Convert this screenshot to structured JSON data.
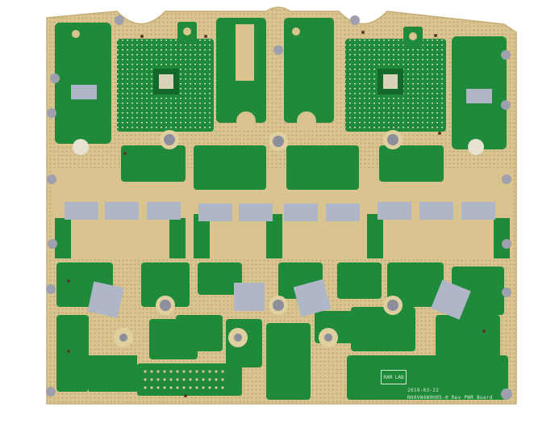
{
  "scene": {
    "subject": "Printed circuit board (RF multi-channel board)",
    "background": "#ffffff",
    "colors": {
      "substrate_gold": "#d9c38f",
      "solder_mask_green": "#1f8a3a",
      "dark_green": "#13692a",
      "pad_silver": "#c9cdd6",
      "window_blue_gray": "#aeb6c8",
      "hole": "#8d8f9c"
    }
  },
  "markings": {
    "lab_label": "RAM LAB",
    "date_code": "2019-03-22",
    "part_line": "N00VN4W0H05-0 Rev PWR Board"
  }
}
